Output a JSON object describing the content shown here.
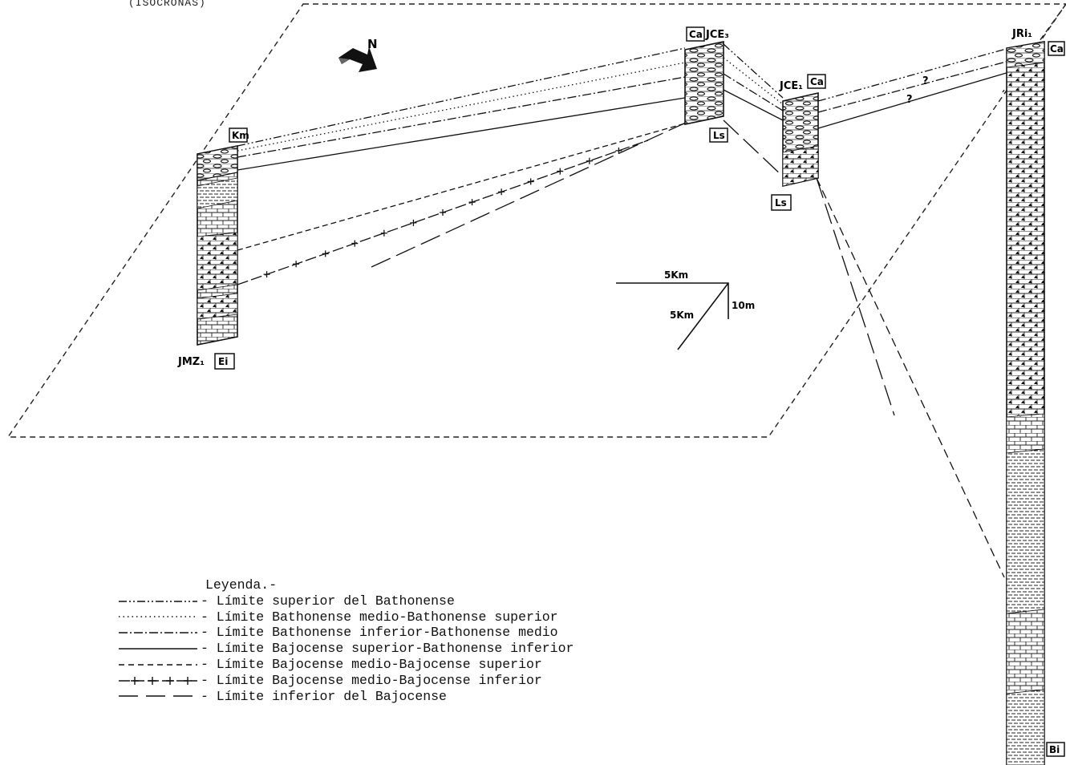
{
  "header": {
    "title": "(ISOCRONAS)"
  },
  "north": {
    "label": "N"
  },
  "scale": {
    "horizontal": "5Km",
    "diagonal": "5Km",
    "vertical": "10m"
  },
  "wells": [
    {
      "id": "JMZ1",
      "label": "JMZ₁",
      "top_unit": "Km",
      "base_unit": "Ei"
    },
    {
      "id": "JCE3",
      "label": "JCE₃",
      "top_unit": "Ca",
      "base_unit": "Ls"
    },
    {
      "id": "JCE1",
      "label": "JCE₁",
      "top_unit": "Ca",
      "base_unit": "Ls"
    },
    {
      "id": "JRi1",
      "label": "JRi₁",
      "top_unit": "Ca",
      "base_unit": "Bi"
    }
  ],
  "uncertain_mark": "?",
  "legend": {
    "title": "Leyenda.-",
    "items": [
      {
        "style": "dash-dot-dot",
        "label": "- Límite superior del Bathonense"
      },
      {
        "style": "dotted",
        "label": "- Límite Bathonense medio-Bathonense superior"
      },
      {
        "style": "dash-dot",
        "label": "- Límite Bathonense inferior-Bathonense medio"
      },
      {
        "style": "solid",
        "label": "- Límite Bajocense superior-Bathonense inferior"
      },
      {
        "style": "dashed",
        "label": "- Límite Bajocense medio-Bajocense superior"
      },
      {
        "style": "plus-dash",
        "label": "- Límite Bajocense medio-Bajocense inferior"
      },
      {
        "style": "long-dash",
        "label": "- Límite inferior del Bajocense"
      }
    ]
  }
}
